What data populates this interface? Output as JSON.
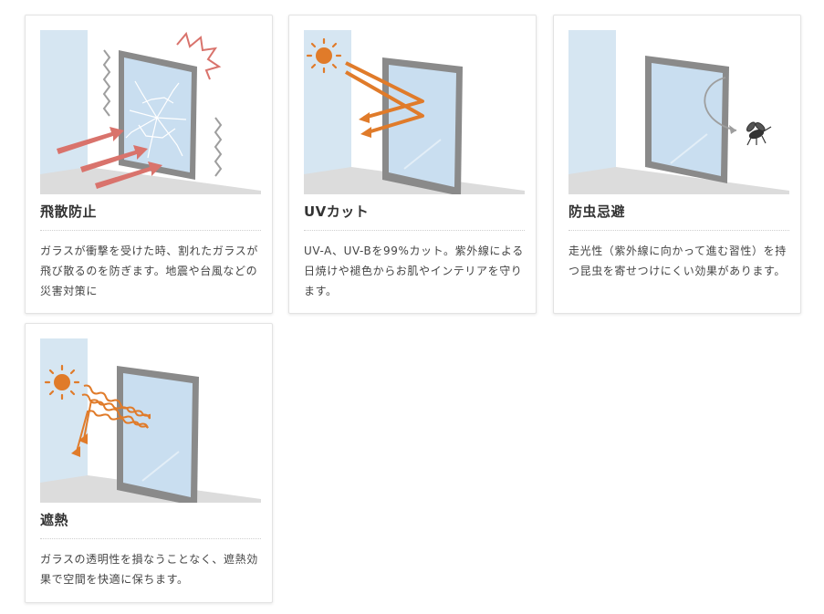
{
  "colors": {
    "wall": "#d6e6f2",
    "floor": "#dcdcdc",
    "frame": "#8a8a8a",
    "glass": "#c9def0",
    "sun": "#e07b2a",
    "impact_arrow": "#d9736c",
    "wave": "#9e9e9e",
    "insect": "#333333"
  },
  "features": [
    {
      "title": "飛散防止",
      "description": "ガラスが衝撃を受けた時、割れたガラスが飛び散るのを防ぎます。地震や台風などの災害対策に",
      "icon": "shatter-prevention-illustration"
    },
    {
      "title": "UVカット",
      "description": "UV-A、UV-Bを99%カット。紫外線による日焼けや褪色からお肌やインテリアを守ります。",
      "icon": "uv-cut-illustration"
    },
    {
      "title": "防虫忌避",
      "description": "走光性（紫外線に向かって進む習性）を持つ昆虫を寄せつけにくい効果があります。",
      "icon": "insect-repellent-illustration"
    },
    {
      "title": "遮熱",
      "description": "ガラスの透明性を損なうことなく、遮熱効果で空間を快適に保ちます。",
      "icon": "heat-shield-illustration"
    }
  ]
}
